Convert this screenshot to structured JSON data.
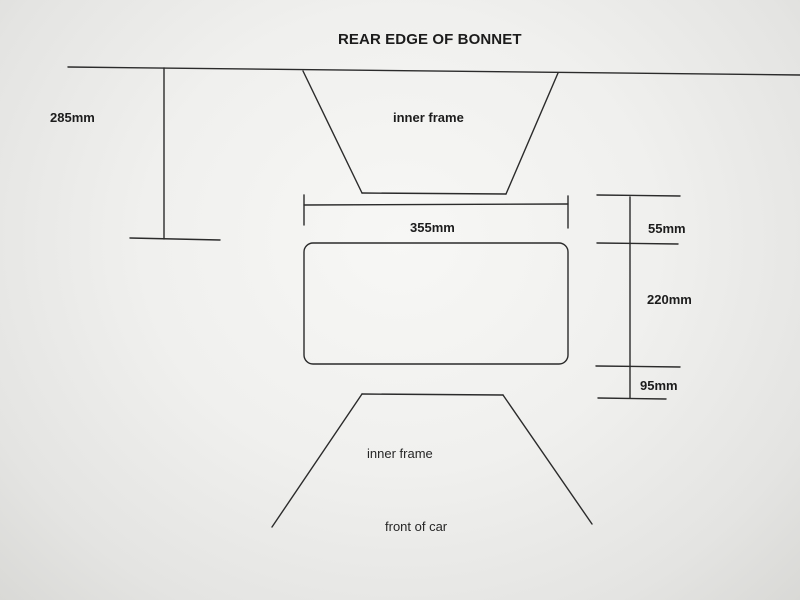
{
  "diagram": {
    "title": "REAR EDGE OF BONNET",
    "labels": {
      "rear_offset": "285mm",
      "inner_frame_top": "inner frame",
      "width": "355mm",
      "gap_top": "55mm",
      "height": "220mm",
      "gap_bottom": "95mm",
      "inner_frame_bottom": "inner frame",
      "front": "front of car"
    }
  }
}
